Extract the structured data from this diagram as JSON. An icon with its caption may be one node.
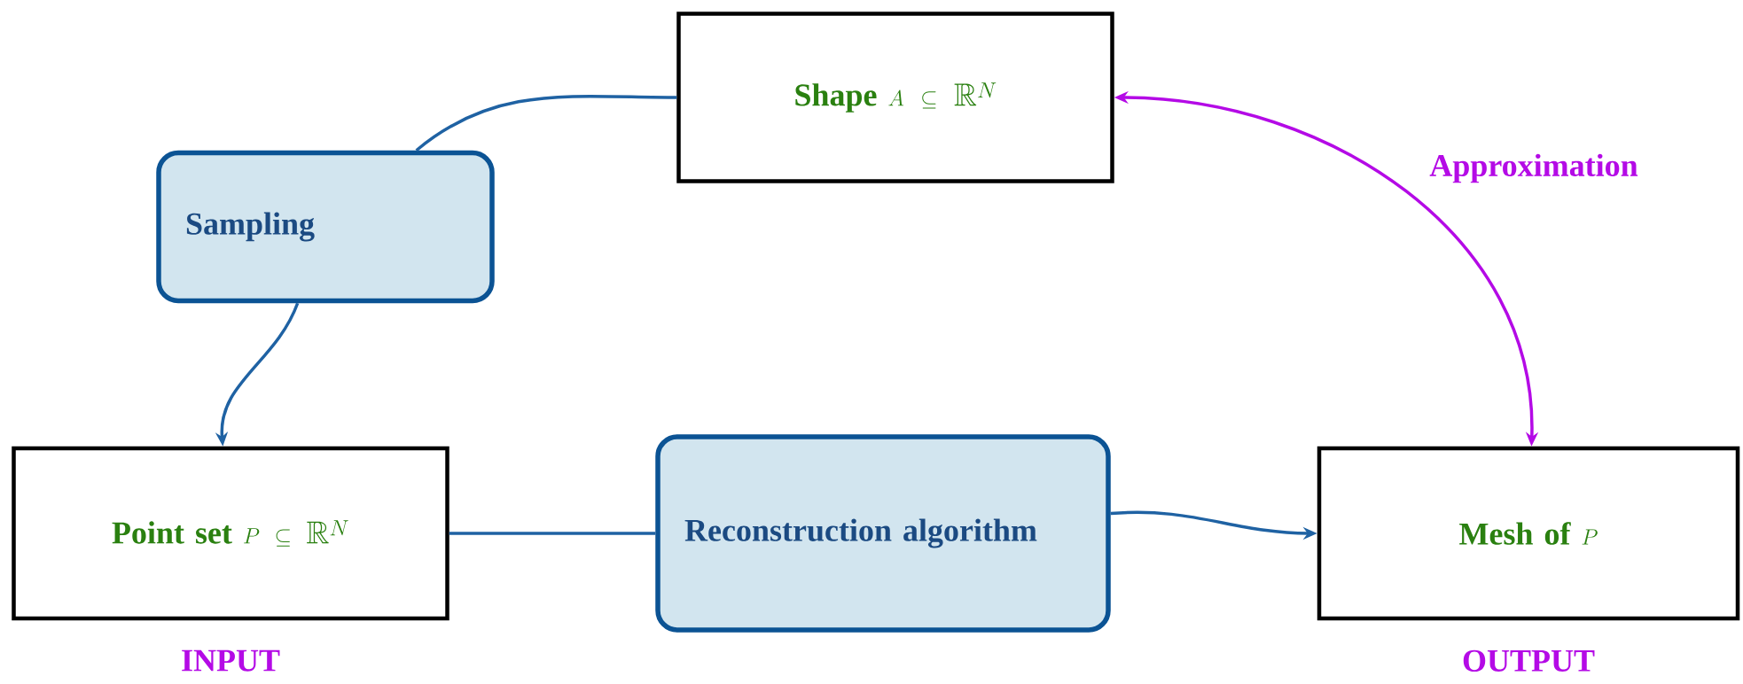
{
  "diagram": {
    "nodes": [
      {
        "text": [
          "Shape",
          "A \\subseteq \\mathbb{R}^N"
        ]
      },
      {
        "text": [
          "Sampling"
        ]
      },
      {
        "text": [
          "Point set",
          "P \\subseteq \\mathbb{R}^N"
        ],
        "beside": [
          "INPUT"
        ]
      },
      {
        "text": [
          "Reconstruction algorithm"
        ]
      },
      {
        "text": [
          "Mesh of",
          "P"
        ],
        "beside": [
          "OUTPUT"
        ]
      }
    ],
    "edges": [
      {
        "from": 0,
        "to": 1,
        "arrow": "none"
      },
      {
        "from": 1,
        "to": 2,
        "arrow": "to"
      },
      {
        "from": 2,
        "to": 3,
        "arrow": "none"
      },
      {
        "from": 3,
        "to": 4,
        "arrow": "to"
      },
      {
        "from": 0,
        "to": 4,
        "arrow": "both",
        "label": "Approximation",
        "color": "#b40ae6"
      }
    ]
  }
}
